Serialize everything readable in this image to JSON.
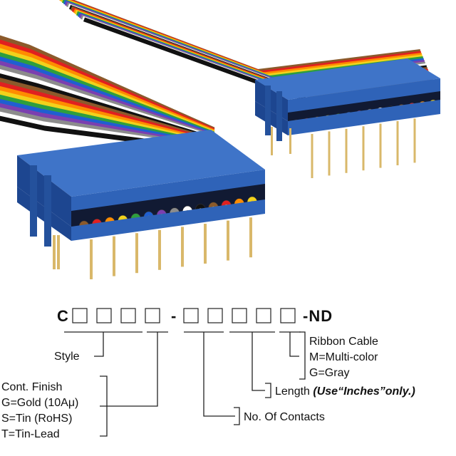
{
  "part_number": {
    "prefix": "C",
    "dash1": "-",
    "suffix": "-ND",
    "group1_boxes": 4,
    "group2_boxes": 5
  },
  "legend": {
    "style": "Style",
    "cont_finish": {
      "title": "Cont. Finish",
      "options": [
        "G=Gold (10Aμ)",
        "S=Tin (RoHS)",
        "T=Tin-Lead"
      ]
    },
    "contacts": "No. Of Contacts",
    "length": {
      "label": "Length ",
      "note": "(Use“Inches”only.)"
    },
    "ribbon": {
      "title": "Ribbon Cable",
      "options": [
        "M=Multi-color",
        "G=Gray"
      ]
    }
  },
  "colors": {
    "connector_blue": "#2f63b8",
    "connector_blue_dark": "#1d4690",
    "connector_blue_light": "#4f86d6",
    "pin_gold": "#d9b86a",
    "ribbon_wires": [
      "#8b5a2b",
      "#e02020",
      "#ff8c00",
      "#f2d21b",
      "#2e9e3e",
      "#1f5fd1",
      "#7b3fb0",
      "#8c8c8c",
      "#ffffff",
      "#111111"
    ]
  }
}
